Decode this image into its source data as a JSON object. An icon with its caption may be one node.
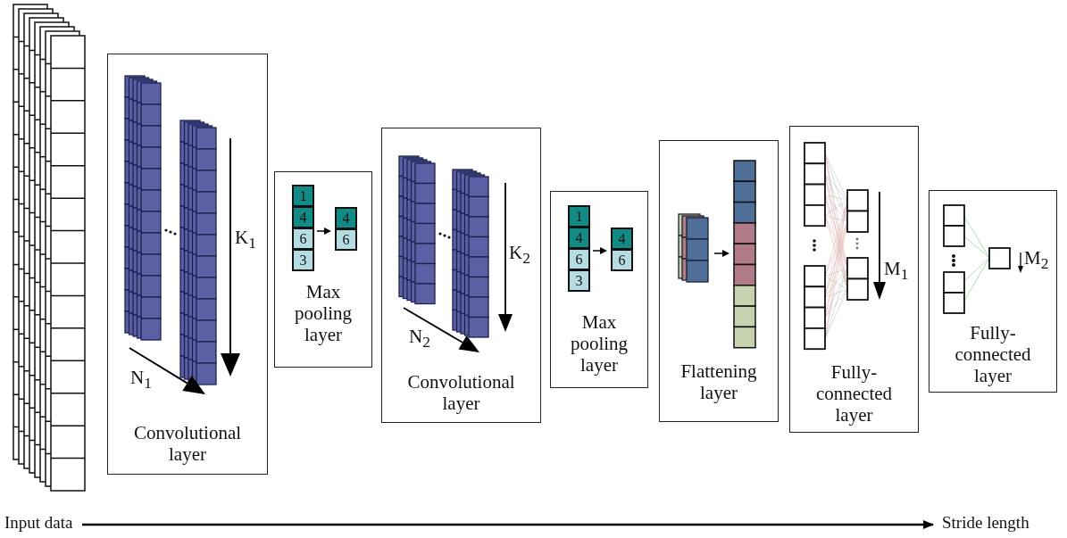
{
  "diagram": {
    "nodes": [
      {
        "text": [
          "Convolutional layer"
        ]
      },
      {
        "text": [
          "Max pooling layer"
        ]
      },
      {
        "text": [
          "Convolutional layer"
        ]
      },
      {
        "text": [
          "Max pooling layer"
        ]
      },
      {
        "text": [
          "Flattening layer"
        ]
      },
      {
        "text": [
          "Fully-connected layer"
        ]
      },
      {
        "text": [
          "Fully-connected layer"
        ]
      },
      {
        "text": [
          "Input data"
        ]
      },
      {
        "text": [
          "Stride length"
        ]
      }
    ],
    "edges": [
      {
        "from": 7,
        "to": 8,
        "arrow": "to"
      }
    ],
    "labels": [
      "K$_{1}$",
      "N$_{1}$",
      "1",
      "4",
      "6",
      "3",
      "4",
      "6",
      "K$_{2}$",
      "N$_{2}$",
      "1",
      "4",
      "6",
      "3",
      "4",
      "6",
      "M$_{1}$",
      "M$_{2}$"
    ]
  }
}
